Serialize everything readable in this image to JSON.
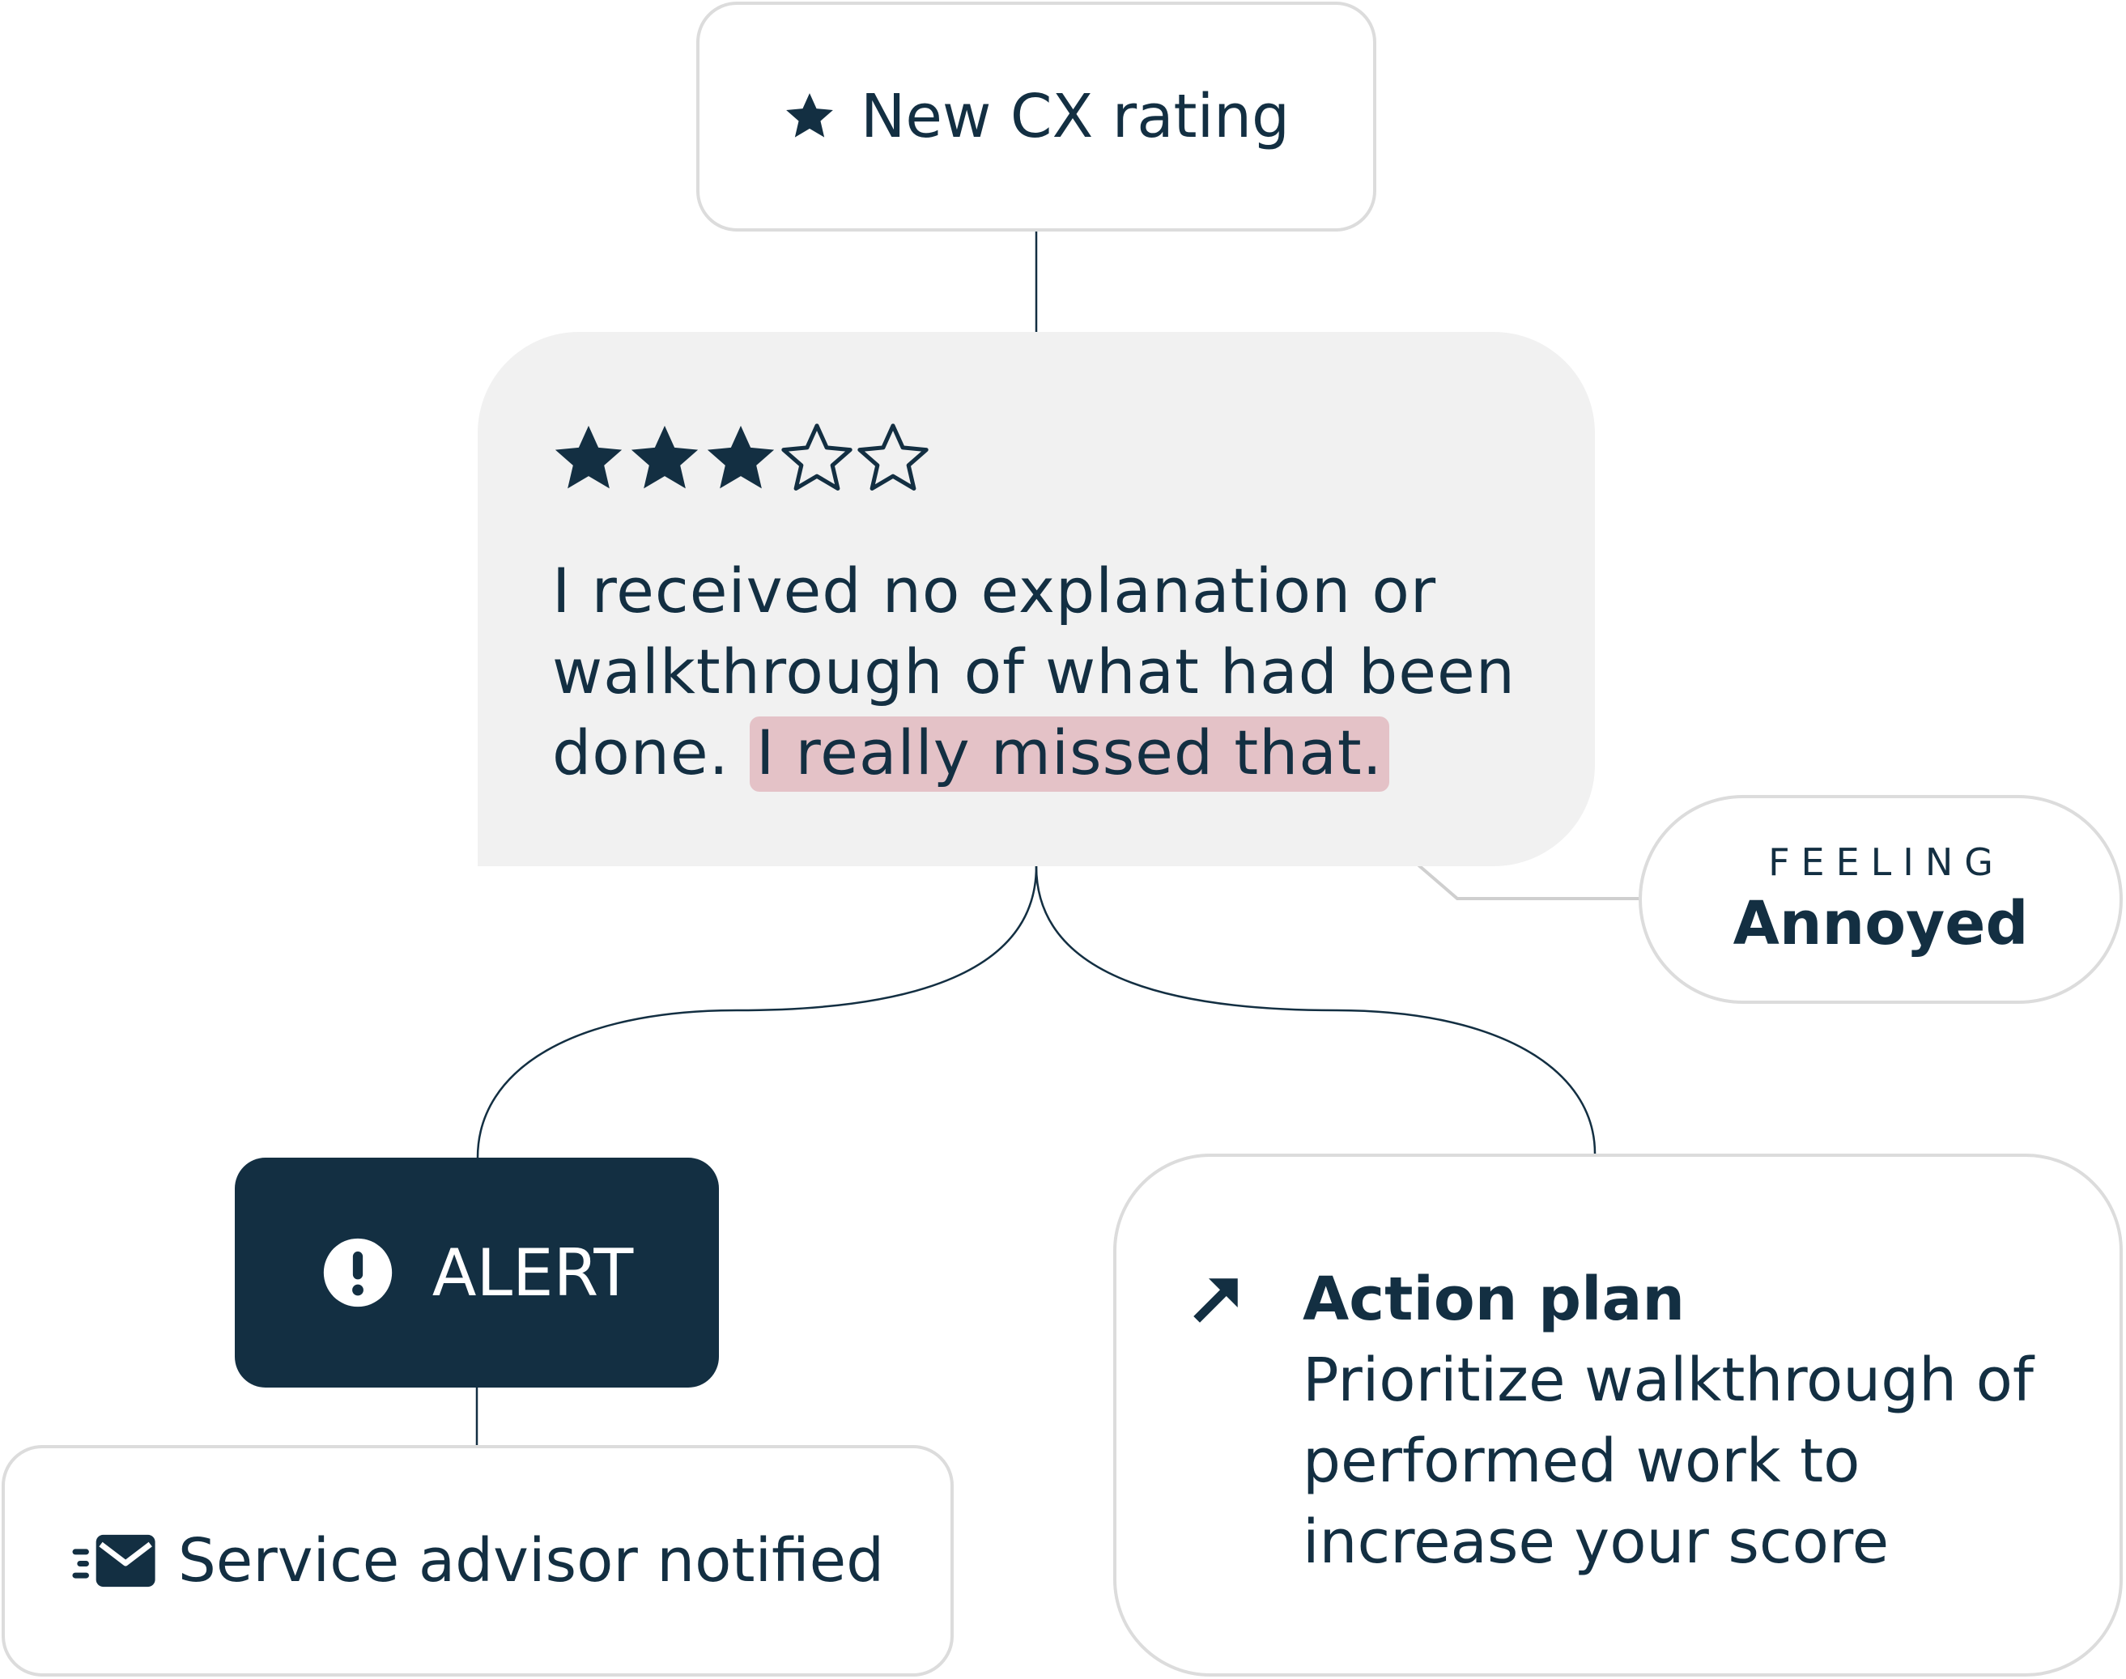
{
  "new_rating": {
    "label": "New CX rating",
    "icon": "star-icon"
  },
  "review": {
    "rating": 3,
    "max_rating": 5,
    "text_before": "I received no explanation or walkthrough of what had been done. ",
    "text_highlight": "I really missed that."
  },
  "feeling": {
    "label": "FEELING",
    "value": "Annoyed"
  },
  "alert": {
    "label": "ALERT",
    "icon": "exclamation-circle-icon"
  },
  "notification": {
    "label": "Service advisor notified",
    "icon": "fast-mail-icon"
  },
  "action_plan": {
    "title": "Action plan",
    "description": "Prioritize walkthrough of performed work to increase your score",
    "icon": "arrow-up-right-icon"
  },
  "colors": {
    "primary": "#132f42",
    "card_background": "#f1f1f1",
    "highlight": "#e4c2c7",
    "border": "#dcdcdc"
  }
}
